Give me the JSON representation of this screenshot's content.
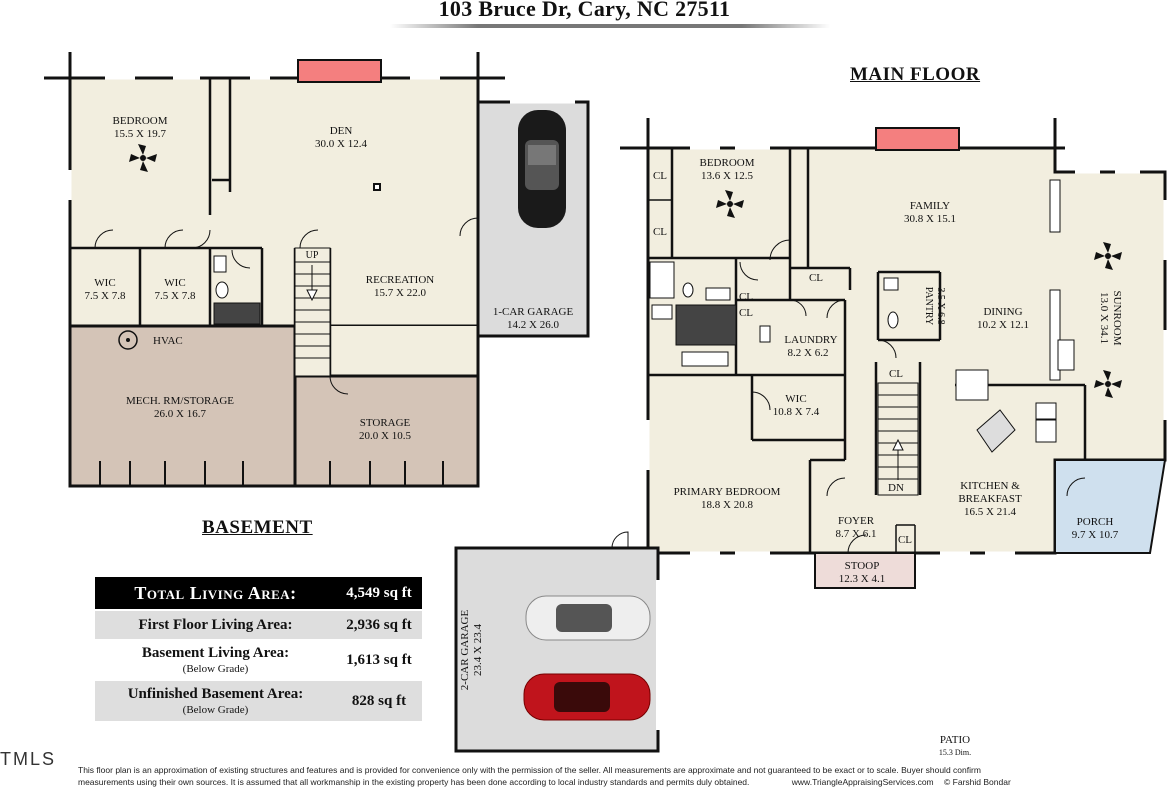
{
  "title": "103 Bruce Dr, Cary, NC 27511",
  "floors": {
    "main_title": "MAIN FLOOR",
    "basement_title": "BASEMENT"
  },
  "basement_rooms": {
    "bedroom": {
      "name": "BEDROOM",
      "dim": "15.5 X 19.7"
    },
    "den": {
      "name": "DEN",
      "dim": "30.0 X 12.4"
    },
    "wic1": {
      "name": "WIC",
      "dim": "7.5 X 7.8"
    },
    "wic2": {
      "name": "WIC",
      "dim": "7.5 X 7.8"
    },
    "up": "UP",
    "recreation": {
      "name": "RECREATION",
      "dim": "15.7 X 22.0"
    },
    "garage1": {
      "name": "1-CAR GARAGE",
      "dim": "14.2 X 26.0"
    },
    "hvac": "HVAC",
    "mech": {
      "name": "MECH. RM/STORAGE",
      "dim": "26.0 X 16.7"
    },
    "storage": {
      "name": "STORAGE",
      "dim": "20.0 X 10.5"
    }
  },
  "main_rooms": {
    "bedroom": {
      "name": "BEDROOM",
      "dim": "13.6 X 12.5"
    },
    "cl1": "CL",
    "cl2": "CL",
    "cl3": "CL",
    "cl4": "CL",
    "cl5": "CL",
    "cl6": "CL",
    "cl7": "CL",
    "family": {
      "name": "FAMILY",
      "dim": "30.8 X 15.1"
    },
    "pantry": {
      "name": "PANTRY",
      "dim": "3.5 X 6.8"
    },
    "dining": {
      "name": "DINING",
      "dim": "10.2 X 12.1"
    },
    "sunroom": {
      "name": "SUNROOM",
      "dim": "13.0 X 34.1"
    },
    "laundry": {
      "name": "LAUNDRY",
      "dim": "8.2 X 6.2"
    },
    "wic": {
      "name": "WIC",
      "dim": "10.8 X 7.4"
    },
    "primary": {
      "name": "PRIMARY BEDROOM",
      "dim": "18.8 X 20.8"
    },
    "dn": "DN",
    "kitchen": {
      "name1": "KITCHEN &",
      "name2": "BREAKFAST",
      "dim": "16.5 X 21.4"
    },
    "foyer": {
      "name": "FOYER",
      "dim": "8.7 X 6.1"
    },
    "porch": {
      "name": "PORCH",
      "dim": "9.7 X 10.7"
    },
    "stoop": {
      "name": "STOOP",
      "dim": "12.3 X 4.1"
    },
    "garage2": {
      "name": "2-CAR GARAGE",
      "dim": "23.4 X 23.4"
    },
    "patio": {
      "name": "PATIO",
      "dim": "15.3 Dim."
    }
  },
  "area_table": {
    "total_label": "Total Living Area:",
    "total_value": "4,549 sq ft",
    "first_label": "First Floor Living Area:",
    "first_value": "2,936 sq ft",
    "basement_label": "Basement Living Area:",
    "basement_sub": "(Below Grade)",
    "basement_value": "1,613 sq ft",
    "unfinished_label": "Unfinished Basement Area:",
    "unfinished_sub": "(Below Grade)",
    "unfinished_value": "828 sq ft"
  },
  "disclaimer": {
    "line1": "This floor plan is an approximation of existing structures and features and is provided for convenience only with the permission of the seller.  All measurements are approximate and not guaranteed to be exact or to scale.  Buyer should confirm",
    "line2": "measurements using their own sources.  It is assumed that all workmanship in the existing property has been done according to local industry standards and permits duly obtained.",
    "website": "www.TriangleAppraisingServices.com",
    "credit": "© Farshid Bondar"
  },
  "watermark": "TMLS",
  "colors": {
    "floor": "#f2eedf",
    "garage": "#dcdcdc",
    "mech": "#d4c4b7",
    "porch": "#cfe0ee",
    "stoop": "#eedcd9",
    "fireplace": "#f47f7f",
    "wall": "#111111"
  }
}
